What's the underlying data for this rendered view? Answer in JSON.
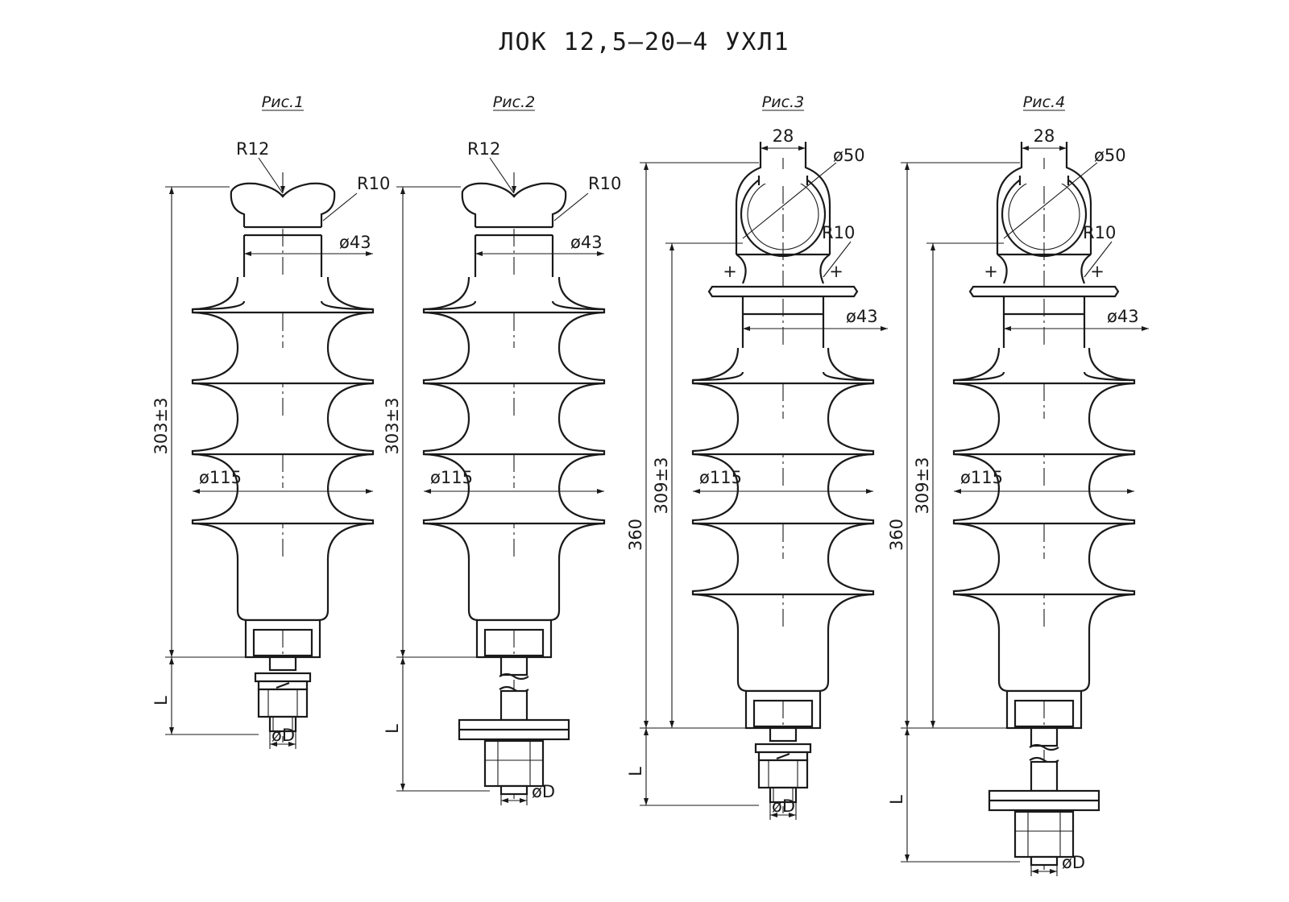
{
  "title": "ЛОК 12,5–20–4 УХЛ1",
  "colors": {
    "line": "#1a1a1a",
    "background": "#ffffff"
  },
  "figures": [
    {
      "caption": "Рис.1",
      "top": "groove",
      "bottom": "bolt",
      "labels": {
        "r_top": "R12",
        "r_side": "R10",
        "d_neck": "ø43",
        "d_shed": "ø115",
        "height": "303±3",
        "l": "L",
        "d_pin": "øD"
      }
    },
    {
      "caption": "Рис.2",
      "top": "groove",
      "bottom": "rod",
      "labels": {
        "r_top": "R12",
        "r_side": "R10",
        "d_neck": "ø43",
        "d_shed": "ø115",
        "height": "303±3",
        "l": "L",
        "d_pin": "øD"
      }
    },
    {
      "caption": "Рис.3",
      "top": "clamp",
      "bottom": "bolt",
      "labels": {
        "w_top": "28",
        "d_ring": "ø50",
        "r_side": "R10",
        "d_neck": "ø43",
        "d_shed": "ø115",
        "height_total": "360",
        "height": "309±3",
        "l": "L",
        "d_pin": "øD"
      }
    },
    {
      "caption": "Рис.4",
      "top": "clamp",
      "bottom": "rod",
      "labels": {
        "w_top": "28",
        "d_ring": "ø50",
        "r_side": "R10",
        "d_neck": "ø43",
        "d_shed": "ø115",
        "height_total": "360",
        "height": "309±3",
        "l": "L",
        "d_pin": "øD"
      }
    }
  ]
}
